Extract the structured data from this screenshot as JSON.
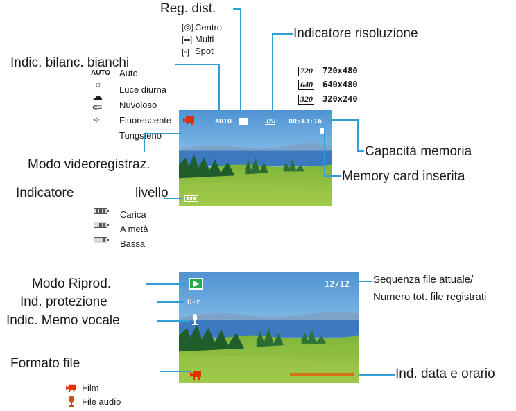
{
  "record_screen": {
    "callouts": {
      "distance": "Reg. dist.",
      "resolution": "Indicatore risoluzione",
      "white_balance": "Indic. bilanc. bianchi",
      "video_mode": "Modo videoregistraz.",
      "memory_capacity": "Capacitá memoria",
      "memory_card": "Memory card inserita",
      "battery_left": "Indicatore",
      "battery_right": "livello"
    },
    "distance_options": [
      "Centro",
      "Multi",
      "Spot"
    ],
    "white_balance_options": [
      "Auto",
      "Luce diurna",
      "Nuvoloso",
      "Fluorescente",
      "Tungsteno"
    ],
    "white_balance_auto_icon": "AUTO",
    "resolutions": [
      {
        "code": "720",
        "value": "720x480"
      },
      {
        "code": "640",
        "value": "640x480"
      },
      {
        "code": "320",
        "value": "320x240"
      }
    ],
    "battery_levels": [
      "Carica",
      "A metà",
      "Bassa"
    ],
    "overlay": {
      "wb": "AUTO",
      "res": "320",
      "time": "00:43:16"
    }
  },
  "playback_screen": {
    "callouts": {
      "play_mode": "Modo Riprod.",
      "protection": "Ind. protezione",
      "voice_memo": "Indic. Memo vocale",
      "file_format": "Formato file",
      "sequence_line1": "Sequenza file attuale/",
      "sequence_line2": "Numero tot. file registrati",
      "date_time": "Ind. data e orario"
    },
    "overlay": {
      "counter": "12/12",
      "protect_icon": "O-n"
    },
    "file_types": [
      "Film",
      "File audio"
    ]
  },
  "colors": {
    "callout_line": "#2f9fd6",
    "overlay_date": "#e06010",
    "film_icon": "#e03000"
  }
}
